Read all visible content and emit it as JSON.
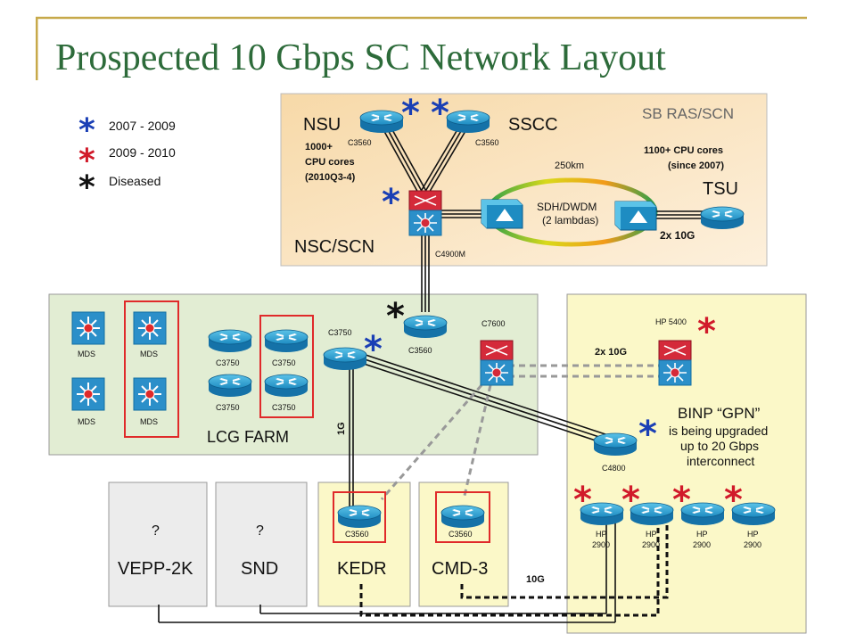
{
  "title": "Prospected 10 Gbps SC Network Layout",
  "colors": {
    "title": "#2d6b3a",
    "legend_blue": "#1a3fb5",
    "legend_red": "#d11a2a",
    "legend_black": "#111111"
  },
  "legend": [
    {
      "label": "2007 - 2009",
      "color": "blue"
    },
    {
      "label": "2009 - 2010",
      "color": "red"
    },
    {
      "label": "Diseased",
      "color": "black"
    }
  ],
  "regions": {
    "sb_ras": {
      "name": "SB RAS/SCN",
      "nsu": "NSU",
      "sscc": "SSCC",
      "tsu": "TSU",
      "nsc": "NSC/SCN",
      "nsu_cores": [
        "1000+",
        "CPU cores",
        "(2010Q3-4)"
      ],
      "tsu_cores": [
        "1100+ CPU cores",
        "(since 2007)"
      ],
      "distance": "250km",
      "sdh": [
        "SDH/DWDM",
        "(2 lambdas)"
      ],
      "tsu_link": "2x 10G"
    },
    "lcg": {
      "name": "LCG FARM",
      "link": "1G"
    },
    "binp": {
      "name": "BINP “GPN”",
      "desc": [
        "is being upgraded",
        "up to 20 Gbps",
        "interconnect"
      ],
      "link": "2x 10G"
    },
    "bottom": {
      "vepp_q": "?",
      "vepp": "VEPP-2K",
      "snd_q": "?",
      "snd": "SND",
      "kedr": "KEDR",
      "cmd": "CMD-3",
      "link": "10G"
    }
  },
  "devices": {
    "nsu_router": "C3560",
    "sscc_router": "C3560",
    "core": "C4900M",
    "mid": "C3560",
    "c3750_main": "C3750",
    "c7600": "C7600",
    "hp5400": "HP 5400",
    "c4800": "C4800",
    "kedr_router": "C3560",
    "cmd_router": "C3560",
    "mds": [
      "MDS",
      "MDS",
      "MDS",
      "MDS"
    ],
    "c3750_grid": [
      "C3750",
      "C3750",
      "C3750",
      "C3750"
    ],
    "hp2900": [
      [
        "HP",
        "2900"
      ],
      [
        "HP",
        "2900"
      ],
      [
        "HP",
        "2900"
      ],
      [
        "HP",
        "2900"
      ]
    ]
  }
}
